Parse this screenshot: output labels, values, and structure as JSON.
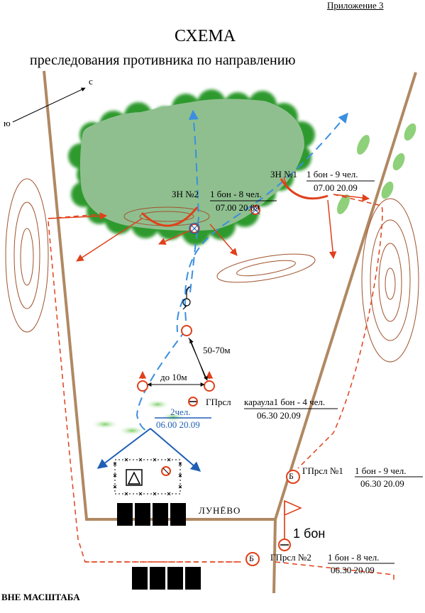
{
  "header": {
    "appendix": "Приложение 3",
    "title": "СХЕМА",
    "subtitle": "преследования  противника по направлению"
  },
  "compass": {
    "north": "с",
    "south": "ю"
  },
  "labels": {
    "zn2_code": "ЗН №2",
    "zn2_force": "1 бон - 8 чел.",
    "zn2_time": "07.00 20.09",
    "zn1_code": "ЗН №1",
    "zn1_force": "1 бон - 9 чел.",
    "zn1_time": "07.00 20.09",
    "distance_1": "50-70м",
    "distance_2": "до 10м",
    "gp_guard_code": "ГПрсл",
    "gp_guard_force": "караула1 бон - 4 чел.",
    "gp_guard_time": "06.30      20.09",
    "patrol_force": "2чел.",
    "patrol_time": "06.00 20.09",
    "gp1_code": "ГПрсл №1",
    "gp1_force": "1 бон - 9 чел.",
    "gp1_time": "06.30 20.09",
    "gp2_code": "ГПрсл №2",
    "gp2_force": "1 бон - 8 чел.",
    "gp2_time": "06.30 20.09",
    "village": "ЛУНЁВО",
    "unit_flag": "1 бон",
    "b_marker": "Б",
    "scale_note": "ВНЕ МАСШТАБА"
  },
  "colors": {
    "road": "#b08862",
    "forest_fill": "#8fbf8f",
    "forest_edge": "#2e9a2e",
    "red": "#e0401a",
    "blue": "#1f5fb5",
    "blue_route": "#3a8fe0",
    "terrain": "#a0522d",
    "bush": "#8fd07a"
  }
}
